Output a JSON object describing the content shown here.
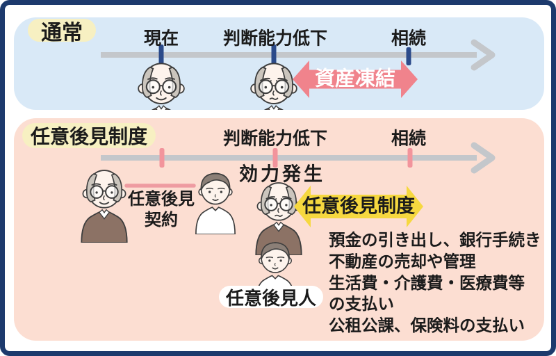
{
  "colors": {
    "frame-navy": "#1d3a6d",
    "panel-blue": "#d9e9f7",
    "panel-pink": "#fcded2",
    "tag-yellow": "#f7f0c2",
    "arrow-pink": "#f0838c",
    "arrow-yellow": "#f6d83f",
    "tick-navy": "#2b4a8a",
    "tick-pink": "#f2949c",
    "contract-pink": "#ee9ba1",
    "timeline-gray": "#c4c7cb",
    "text-black": "#1b1b1b",
    "skin": "#fdf3ec",
    "hair-gray": "#cbc5bd",
    "hair-brown": "#8b7f77",
    "sweater-brown": "#8c7265",
    "outline": "#3e3e3e"
  },
  "normal_section": {
    "tag": "通常",
    "label_now": "現在",
    "label_decline": "判断能力低下",
    "label_inheritance": "相続",
    "freeze_arrow_label": "資産凍結"
  },
  "guardianship_section": {
    "tag": "任意後見制度",
    "label_decline": "判断能力低下",
    "label_inheritance": "相続",
    "label_effect": "効力発生",
    "contract_line1": "任意後見",
    "contract_line2": "契約",
    "system_arrow_label": "任意後見制度",
    "guardian_label": "任意後見人",
    "duties": [
      "預金の引き出し、銀行手続き",
      "不動産の売却や管理",
      "生活費・介護費・医療費等",
      "の支払い",
      "公租公課、保険料の支払い"
    ]
  }
}
